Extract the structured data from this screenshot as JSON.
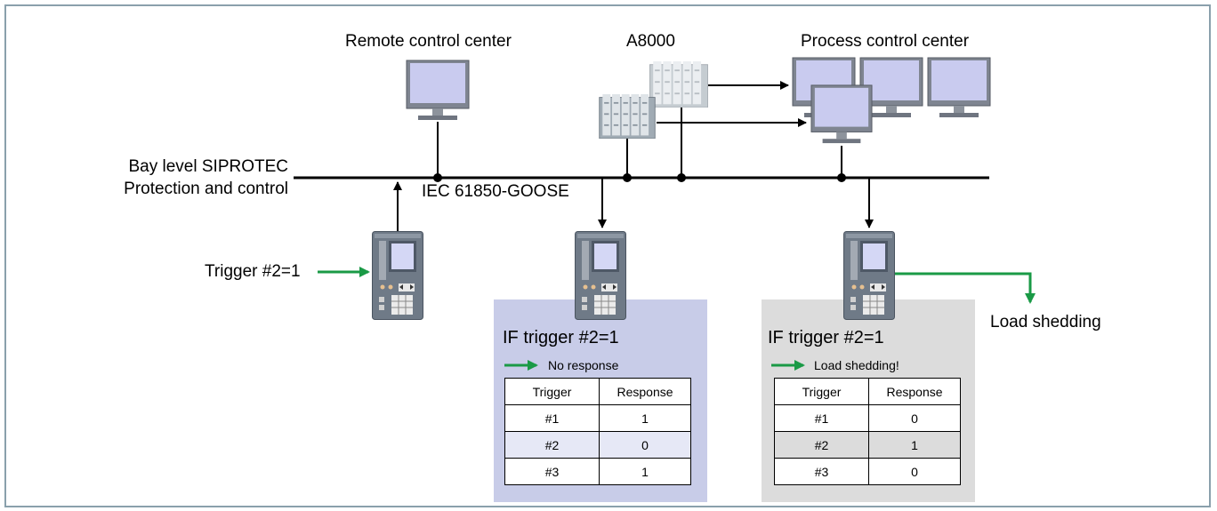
{
  "labels": {
    "remote_control_center": "Remote control center",
    "a8000": "A8000",
    "process_control_center": "Process control center",
    "bay_level_line1": "Bay level SIPROTEC",
    "bay_level_line2": "Protection and control",
    "bus_protocol": "IEC 61850-GOOSE",
    "trigger_input": "Trigger #2=1",
    "load_shedding_output": "Load shedding"
  },
  "panel_left": {
    "condition": "IF trigger #2=1",
    "action": "No response",
    "table": {
      "headers": [
        "Trigger",
        "Response"
      ],
      "rows": [
        [
          "#1",
          "1"
        ],
        [
          "#2",
          "0"
        ],
        [
          "#3",
          "1"
        ]
      ],
      "highlight_row": 1
    }
  },
  "panel_right": {
    "condition": "IF trigger #2=1",
    "action": "Load shedding!",
    "table": {
      "headers": [
        "Trigger",
        "Response"
      ],
      "rows": [
        [
          "#1",
          "0"
        ],
        [
          "#2",
          "1"
        ],
        [
          "#3",
          "0"
        ]
      ],
      "highlight_row": 1
    }
  },
  "colors": {
    "arrow_green": "#1a9a46",
    "panel_blue": "#c8cce8",
    "panel_gray": "#dcdcdc",
    "monitor_screen": "#c9cbef",
    "frame_border": "#8aa0ac"
  }
}
